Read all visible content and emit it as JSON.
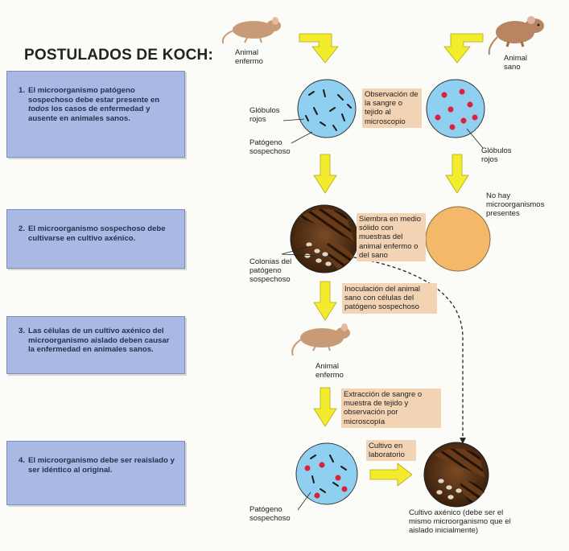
{
  "title": "POSTULADOS DE KOCH:",
  "postulates": [
    {
      "num": "1.",
      "text_before": "El microorganismo patógeno sospechoso debe estar presente en ",
      "emphasis": "todos",
      "text_after": " los casos de enfermedad y ausente en animales sanos."
    },
    {
      "num": "2.",
      "text": "El microorganismo sospechoso debe cultivarse en cultivo axénico."
    },
    {
      "num": "3.",
      "text": "Las células de un cultivo axénico del microorganismo aislado deben causar la enfermedad en animales sanos."
    },
    {
      "num": "4.",
      "text": "El microorganismo debe ser reaislado y ser idéntico al original."
    }
  ],
  "labels": {
    "sick_animal_top": "Animal enfermo",
    "healthy_animal": "Animal sano",
    "blood_cells_left": "Glóbulos rojos",
    "suspected_pathogen_top": "Patógeno sospechoso",
    "blood_cells_right": "Glóbulos rojos",
    "no_microorganisms": "No hay microorganismos presentes",
    "pathogen_colonies": "Colonias del patógeno sospechoso",
    "sick_animal_mid": "Animal enfermo",
    "suspected_pathogen_bottom": "Patógeno sospechoso",
    "axenic_culture": "Cultivo axénico (debe ser el mismo microorganismo que el aislado inicialmente)"
  },
  "notes": {
    "observation": "Observación de la sangre o tejido al microscopio",
    "seeding": "Siembra en medio sólido con muestras del animal enfermo o del sano",
    "inoculation": "Inoculación del animal sano con células del patógeno sospechoso",
    "extraction": "Extracción de sangre o muestra de tejido y observación por microscopía",
    "lab_culture": "Cultivo en laboratorio"
  },
  "colors": {
    "postulate_box": "#a9b9e4",
    "note_box": "#f2d3b3",
    "arrow": "#f3ec2c",
    "blood_circle": "#8fd0f0",
    "empty_plate": "#f4b86a",
    "red_cell": "#e0203a"
  }
}
